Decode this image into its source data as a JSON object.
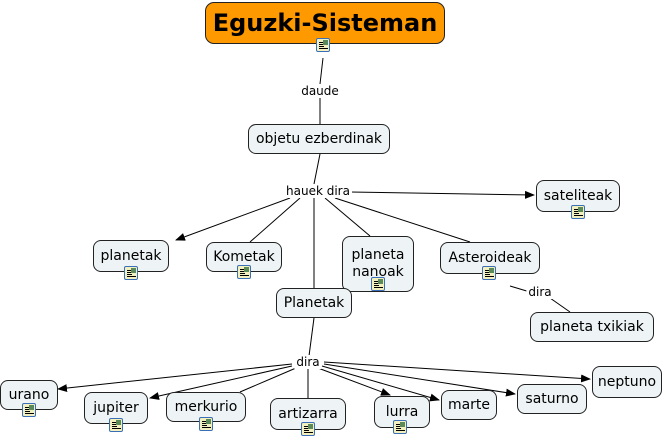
{
  "title": "Eguzki-Sisteman",
  "nodes": {
    "objetu": "objetu ezberdinak",
    "sateliteak": "sateliteak",
    "planetak": "planetak",
    "kometak": "Kometak",
    "nanoak": "planeta nanoak",
    "asteroideak": "Asteroideak",
    "planetak2": "Planetak",
    "txikiak": "planeta txikiak",
    "urano": "urano",
    "jupiter": "jupiter",
    "merkurio": "merkurio",
    "artizarra": "artizarra",
    "lurra": "lurra",
    "marte": "marte",
    "saturno": "saturno",
    "neptuno": "neptuno"
  },
  "links": {
    "daude": "daude",
    "hauek": "hauek dira",
    "dira_ast": "dira",
    "dira_pl": "dira"
  }
}
